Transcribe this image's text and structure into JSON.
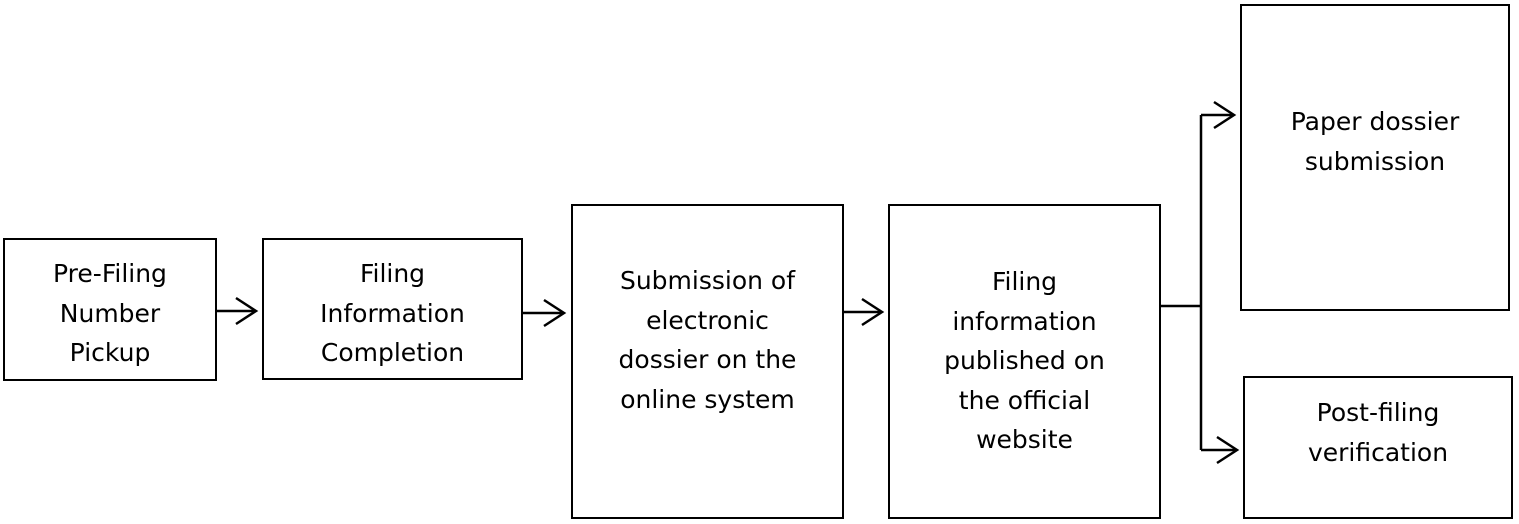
{
  "diagram": {
    "nodes": [
      {
        "id": "pre-filing-number-pickup",
        "lines": [
          "Pre-Filing",
          "Number",
          "Pickup"
        ]
      },
      {
        "id": "filing-information-completion",
        "lines": [
          "Filing",
          "Information",
          "Completion"
        ]
      },
      {
        "id": "electronic-dossier-submission",
        "lines": [
          "Submission of",
          "electronic",
          "dossier on the",
          "online system"
        ]
      },
      {
        "id": "filing-info-published",
        "lines": [
          "Filing",
          "information",
          "published on",
          "the official",
          "website"
        ]
      },
      {
        "id": "paper-dossier-submission",
        "lines": [
          "Paper dossier",
          "submission"
        ]
      },
      {
        "id": "post-filing-verification",
        "lines": [
          "Post-filing",
          "verification"
        ]
      }
    ],
    "edges": [
      {
        "from": "pre-filing-number-pickup",
        "to": "filing-information-completion"
      },
      {
        "from": "filing-information-completion",
        "to": "electronic-dossier-submission"
      },
      {
        "from": "electronic-dossier-submission",
        "to": "filing-info-published"
      },
      {
        "from": "filing-info-published",
        "to": "paper-dossier-submission"
      },
      {
        "from": "filing-info-published",
        "to": "post-filing-verification"
      }
    ],
    "colors": {
      "stroke": "#000000",
      "background": "#ffffff",
      "text": "#000000"
    }
  }
}
